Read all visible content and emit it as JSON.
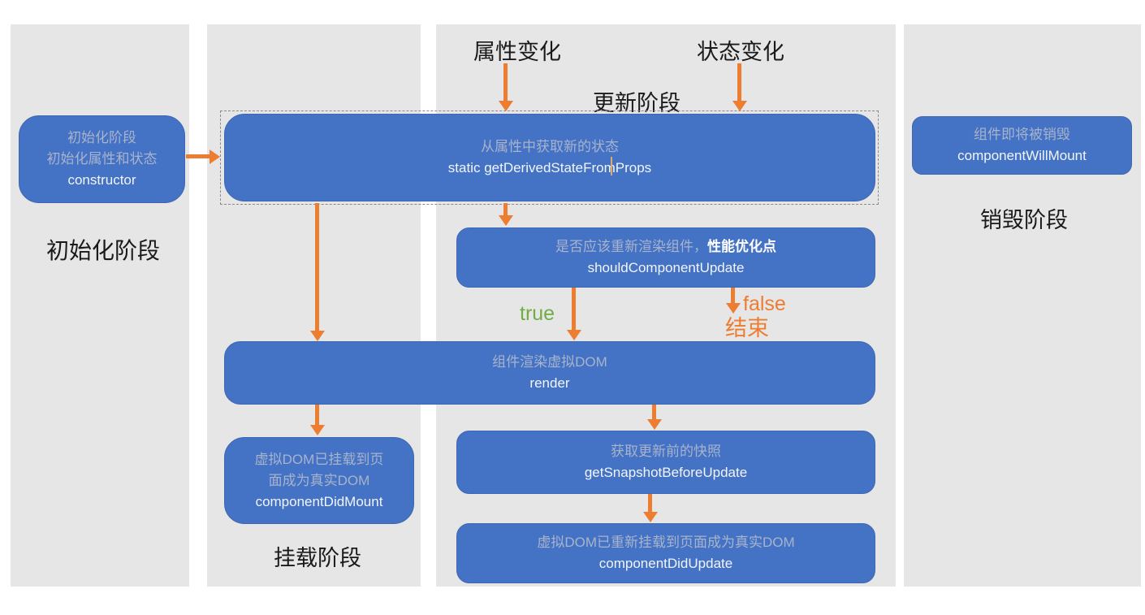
{
  "top_labels": {
    "props_change": "属性变化",
    "state_change": "状态变化"
  },
  "phase_labels": {
    "init": "初始化阶段",
    "mount": "挂载阶段",
    "update": "更新阶段",
    "destroy": "销毁阶段"
  },
  "branch_labels": {
    "true_label": "true",
    "false_label": "false",
    "end_label": "结束"
  },
  "boxes": {
    "constructor": {
      "line1": "初始化阶段",
      "line2": "初始化属性和状态",
      "code": "constructor"
    },
    "get_derived": {
      "line1": "从属性中获取新的状态",
      "code": "static getDerivedStateFromProps"
    },
    "should_update": {
      "text_gray": "是否应该重新渲染组件，",
      "text_strong": "性能优化点",
      "code": "shouldComponentUpdate"
    },
    "render": {
      "line1": "组件渲染虚拟DOM",
      "code": "render"
    },
    "did_mount": {
      "line1": "虚拟DOM已挂载到页",
      "line2": "面成为真实DOM",
      "code": "componentDidMount"
    },
    "snapshot": {
      "line1": "获取更新前的快照",
      "code": "getSnapshotBeforeUpdate"
    },
    "did_update": {
      "line1": "虚拟DOM已重新挂载到页面成为真实DOM",
      "code": "componentDidUpdate"
    },
    "will_unmount": {
      "line1": "组件即将被销毁",
      "code": "componentWillMount"
    }
  },
  "colors": {
    "box_blue": "#4472C4",
    "arrow_orange": "#ED7D31",
    "true_green": "#70AD47",
    "column_gray": "#E7E6E6",
    "box_gray_text": "#A8B3CC"
  }
}
